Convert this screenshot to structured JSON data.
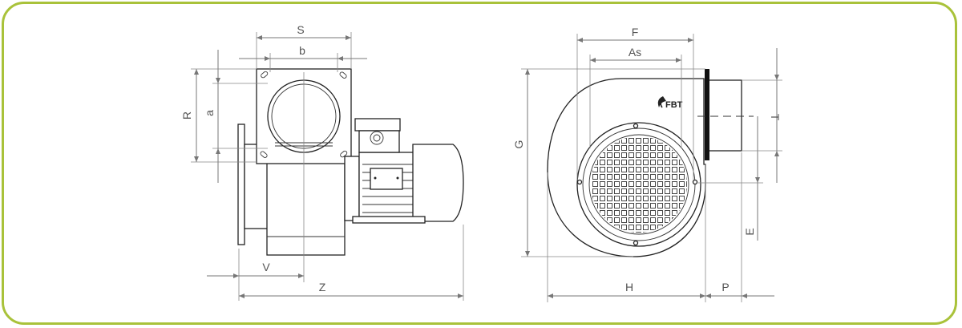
{
  "brand": {
    "logo_text": "FBT"
  },
  "colors": {
    "frame": "#a9c23a",
    "line": "#222222",
    "dimension": "#777777"
  },
  "dimensions": {
    "S": "S",
    "b": "b",
    "R": "R",
    "a": "a",
    "V": "V",
    "Z": "Z",
    "F": "F",
    "As": "As",
    "G": "G",
    "H": "H",
    "P": "P",
    "E": "E",
    "T": "T"
  }
}
